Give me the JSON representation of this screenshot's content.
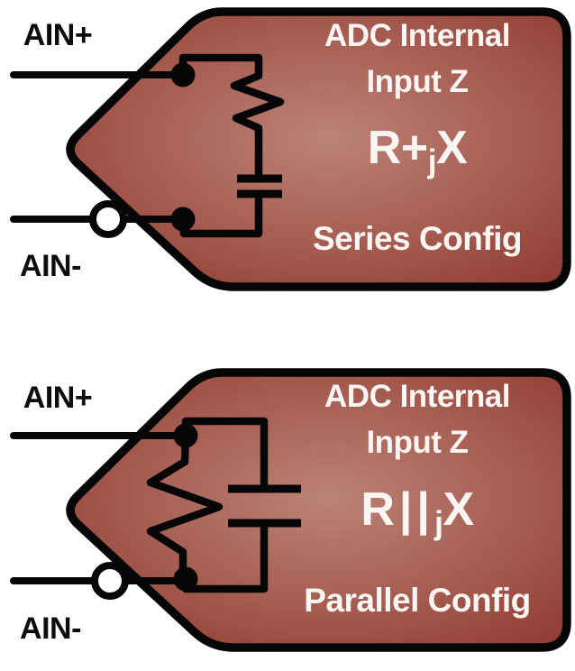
{
  "colors": {
    "shape_center": "#bb8376",
    "shape_mid": "#a65c50",
    "shape_edge": "#8e392f",
    "outline": "#060606",
    "shape_text": "#f8f5f2",
    "pin_label_text": "#0d0d0d",
    "background": "#ffffff"
  },
  "series_diagram": {
    "ain_plus_label": "AIN+",
    "ain_minus_label": "AIN-",
    "title_line1": "ADC Internal",
    "title_line2": "Input Z",
    "impedance_pre": "R+",
    "impedance_sub": "j",
    "impedance_post": "X",
    "config_label": "Series Config"
  },
  "parallel_diagram": {
    "ain_plus_label": "AIN+",
    "ain_minus_label": "AIN-",
    "title_line1": "ADC Internal",
    "title_line2": "Input Z",
    "impedance_pre": "R||",
    "impedance_sub": "j",
    "impedance_post": "X",
    "config_label": "Parallel Config"
  }
}
